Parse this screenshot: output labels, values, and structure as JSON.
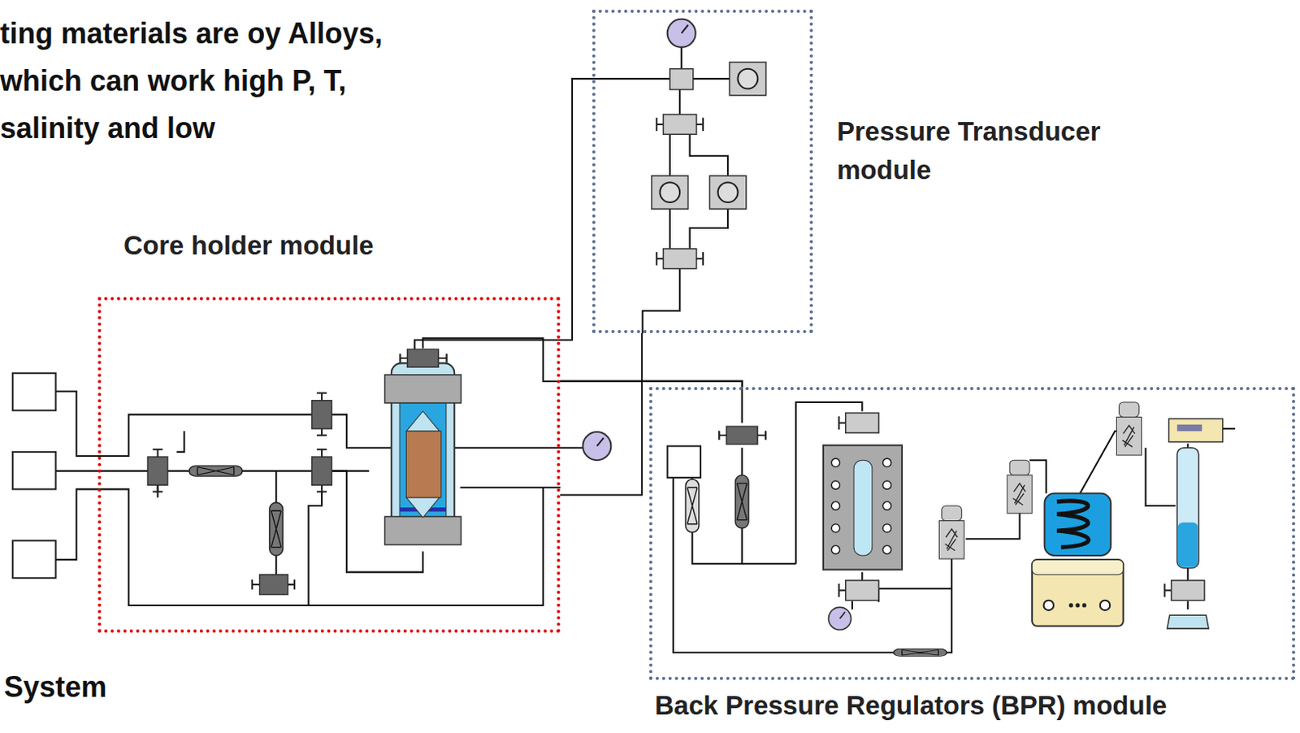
{
  "diagram": {
    "nodes": [
      {
        "text": [
          "Pressure Transducer module"
        ]
      },
      {
        "text": [
          "Core holder module"
        ]
      },
      {
        "text": [
          "Back Pressure Regulators (BPR) module"
        ]
      }
    ],
    "edges": [
      {
        "from": 1,
        "to": 0,
        "arrow": "none"
      },
      {
        "from": 1,
        "to": 2,
        "arrow": "none"
      }
    ],
    "labels": [
      "ting materials are oy Alloys, which can work high P, T, salinity and low",
      "System"
    ]
  }
}
